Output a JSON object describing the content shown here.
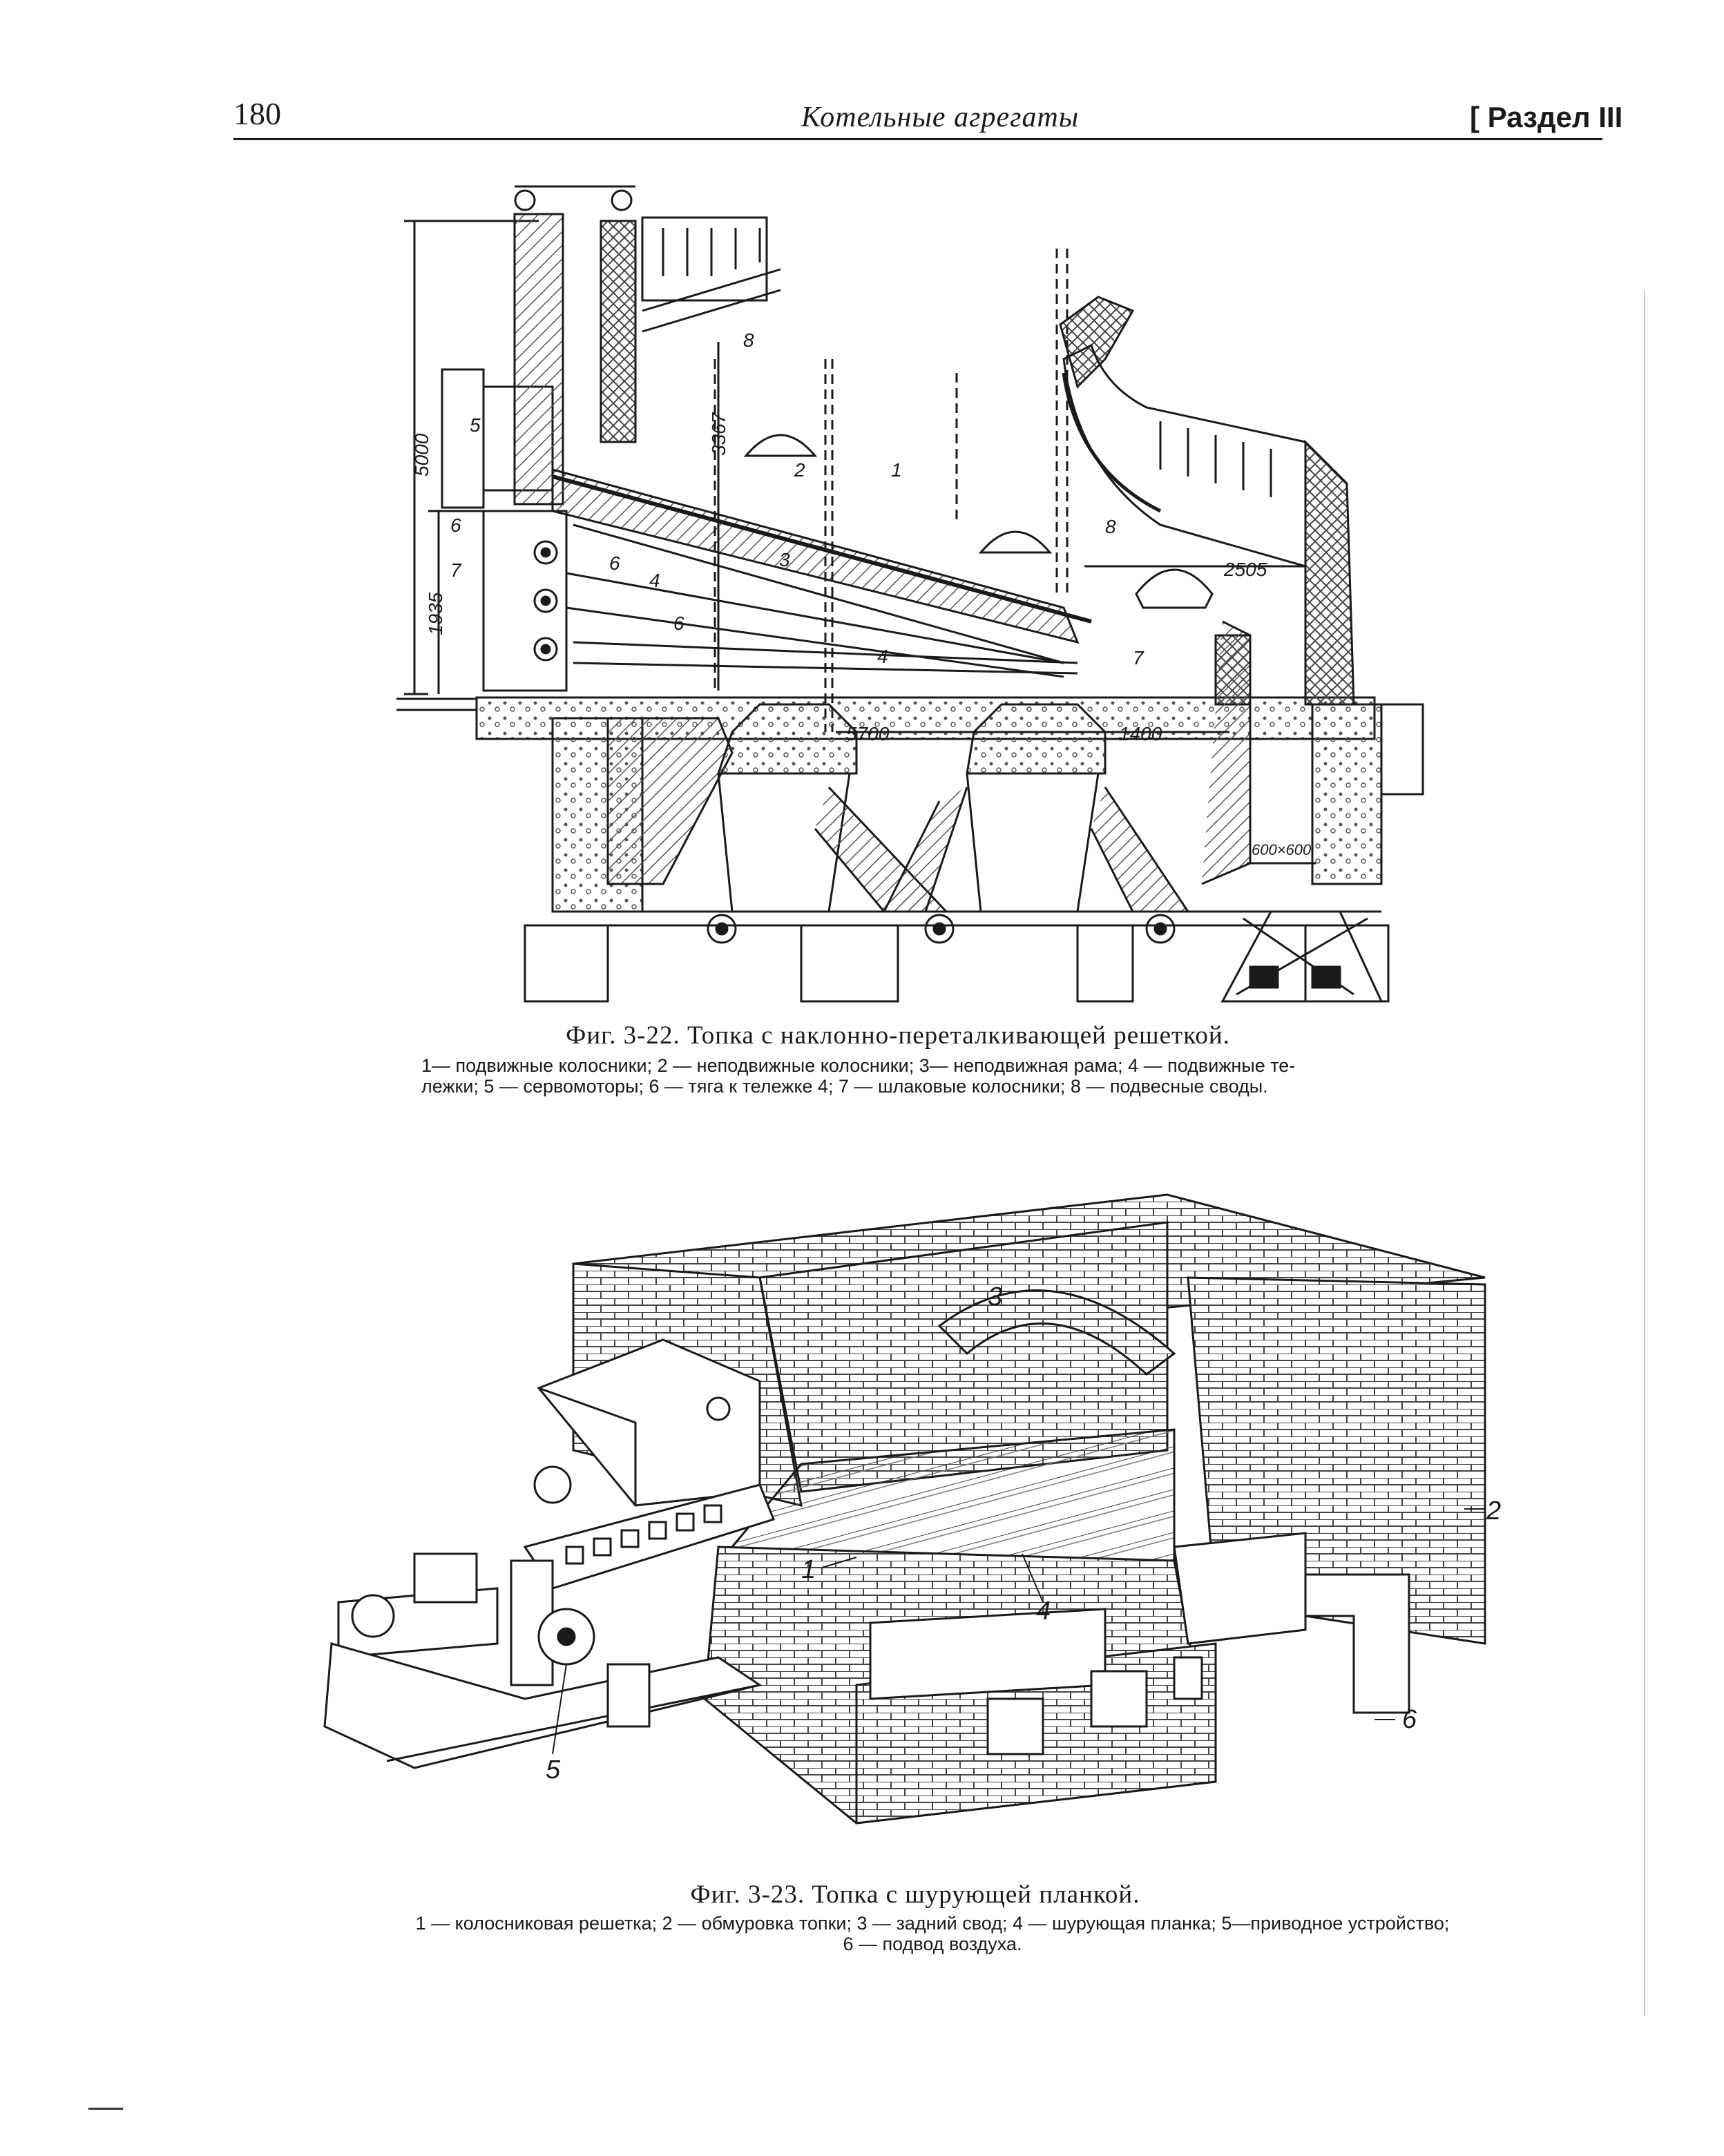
{
  "header": {
    "page_number": "180",
    "running_title": "Котельные агрегаты",
    "section": "[ Раздел III"
  },
  "figure_322": {
    "callouts": [
      "1",
      "2",
      "3",
      "4",
      "4",
      "5",
      "6",
      "6",
      "6",
      "7",
      "7",
      "8",
      "8"
    ],
    "dimensions": {
      "d5000": "5000",
      "d3367": "3367",
      "d1935": "1935",
      "d5700": "5700",
      "d1400": "1400",
      "d2505": "2505",
      "d600": "600×600"
    },
    "caption_title": "Фиг. 3-22. Топка с наклонно-переталкивающей решеткой.",
    "legend_line1": "1— подвижные колосники; 2 — неподвижные колосники; 3— неподвижная рама; 4 — подвижные те-",
    "legend_line2": "лежки; 5 — сервомоторы; 6 — тяга к тележке 4; 7 — шлаковые колосники; 8 — подвесные своды."
  },
  "figure_323": {
    "callouts": {
      "c1": "1",
      "c2": "2",
      "c3": "3",
      "c4": "4",
      "c5": "5",
      "c6": "6"
    },
    "caption_title": "Фиг. 3-23. Топка с шурующей планкой.",
    "legend_line1": "1 — колосниковая решетка; 2 — обмуровка топки; 3 — задний свод; 4 — шурующая планка; 5—приводное устройство;",
    "legend_line2": "6 — подвод воздуха."
  },
  "colors": {
    "ink": "#1a1a1a",
    "paper": "#ffffff",
    "hatch": "#555555"
  }
}
